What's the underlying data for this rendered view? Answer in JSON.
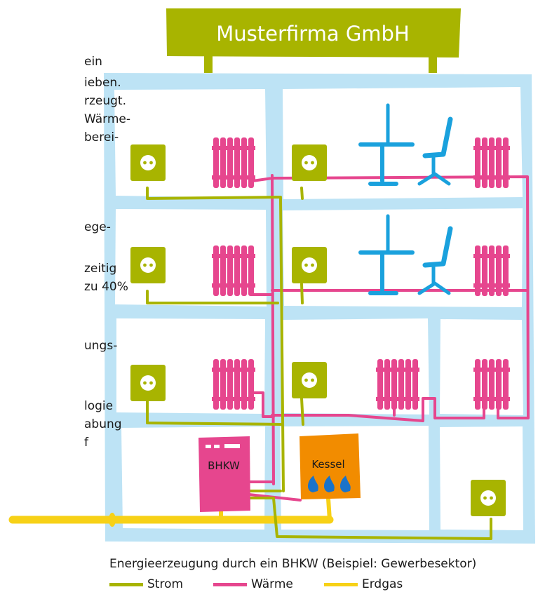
{
  "company_sign": {
    "text": "Musterfirma GmbH"
  },
  "side_text": [
    "ein",
    "ieben.",
    "rzeugt.",
    "Wärme-",
    "berei-",
    "ege-",
    "zeitig",
    "zu 40%",
    "ungs-",
    "logie",
    "abung",
    "f"
  ],
  "appliances": {
    "bhkw_label": "BHKW",
    "kessel_label": "Kessel"
  },
  "caption": "Energieerzeugung durch ein BHKW (Beispiel: Gewerbesektor)",
  "legend": [
    {
      "label": "Strom",
      "color": "#a8b400"
    },
    {
      "label": "Wärme",
      "color": "#e6468e"
    },
    {
      "label": "Erdgas",
      "color": "#f7d117"
    }
  ],
  "colors": {
    "building_frame": "#bde3f5",
    "room_fill": "#ffffff",
    "sign_green": "#a8b400",
    "socket_green": "#a8b400",
    "radiator_pink": "#e6468e",
    "furniture_blue": "#1aa1dd",
    "boiler_orange": "#f28c00",
    "flame_blue": "#1a73c9",
    "gas_yellow": "#f7d117"
  }
}
